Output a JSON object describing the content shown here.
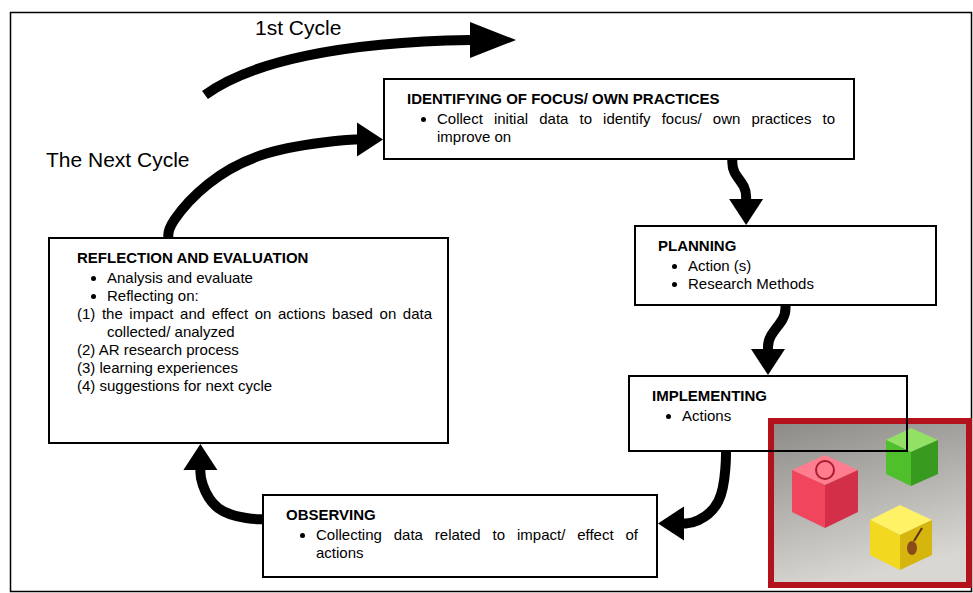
{
  "diagram": {
    "nodes": [
      {
        "text": [
          "IDENTIFYING OF FOCUS/ OWN PRACTICES",
          "Collect initial data to identify focus/ own practices to improve on"
        ]
      },
      {
        "text": [
          "PLANNING",
          "Action (s)",
          "Research Methods"
        ]
      },
      {
        "text": [
          "IMPLEMENTING",
          "Actions"
        ]
      },
      {
        "text": [
          "OBSERVING",
          "Collecting data related to impact/ effect of actions"
        ]
      },
      {
        "text": [
          "REFLECTION AND EVALUATION",
          "Analysis and evaluate",
          "Reflecting on:",
          "(1) the impact and effect on actions based on data collected/ analyzed",
          "(2) AR research process",
          "(3) learning experiences",
          "(4) suggestions for next cycle"
        ]
      }
    ],
    "edges": [
      {
        "from": 0,
        "to": 1,
        "arrow": "to"
      },
      {
        "from": 1,
        "to": 2,
        "arrow": "to"
      },
      {
        "from": 2,
        "to": 3,
        "arrow": "to"
      },
      {
        "from": 3,
        "to": 4,
        "arrow": "to"
      },
      {
        "from": 4,
        "to": 0,
        "arrow": "to"
      }
    ],
    "labels": [
      "1st Cycle",
      "The Next Cycle"
    ]
  }
}
